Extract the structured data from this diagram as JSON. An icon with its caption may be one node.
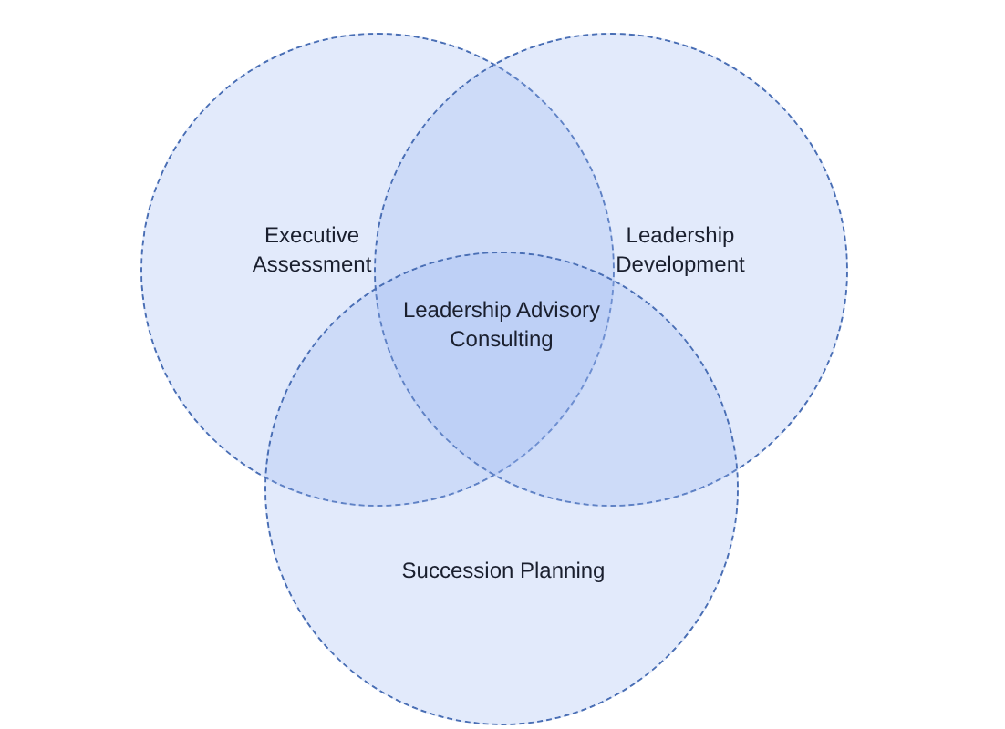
{
  "diagram": {
    "nodes": [
      {
        "text": [
          "Executive Assessment"
        ]
      },
      {
        "text": [
          "Leadership Development"
        ]
      },
      {
        "text": [
          "Succession Planning"
        ]
      }
    ],
    "labels": [
      "Leadership Advisory Consulting"
    ]
  }
}
